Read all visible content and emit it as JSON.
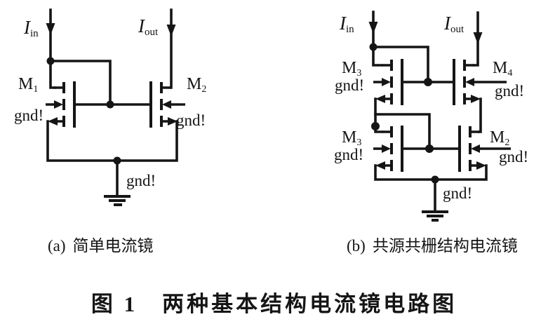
{
  "circuit_a": {
    "i_in": {
      "base": "I",
      "sub": "in"
    },
    "i_out": {
      "base": "I",
      "sub": "out"
    },
    "m1": {
      "base": "M",
      "sub": "1"
    },
    "m2": {
      "base": "M",
      "sub": "2"
    },
    "gnd_bulk_m1": "gnd!",
    "gnd_bulk_m2": "gnd!",
    "gnd_ground": "gnd!",
    "caption_prefix": "(a)",
    "caption": "简单电流镜"
  },
  "circuit_b": {
    "i_in": {
      "base": "I",
      "sub": "in"
    },
    "i_out": {
      "base": "I",
      "sub": "out"
    },
    "m3_top": {
      "base": "M",
      "sub": "3"
    },
    "m4": {
      "base": "M",
      "sub": "4"
    },
    "m3_bottom": {
      "base": "M",
      "sub": "3"
    },
    "m2": {
      "base": "M",
      "sub": "2"
    },
    "gnd_bulk_m3_top": "gnd!",
    "gnd_bulk_m4": "gnd!",
    "gnd_bulk_m3_bottom": "gnd!",
    "gnd_bulk_m2": "gnd!",
    "gnd_ground": "gnd!",
    "caption_prefix": "(b)",
    "caption": "共源共栅结构电流镜"
  },
  "figure_title": "图 1　两种基本结构电流镜电路图",
  "colors": {
    "ink": "#151515",
    "background": "#ffffff"
  }
}
